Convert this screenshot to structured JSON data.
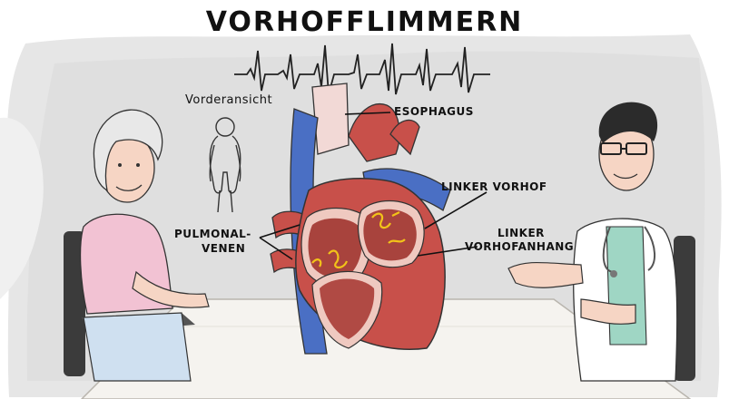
{
  "title": "VORHOFFLIMMERN",
  "labels": {
    "front_view": "Vorderansicht",
    "esophagus": "ESOPHAGUS",
    "left_atrium": "LINKER VORHOF",
    "pulmonary_veins_line1": "PULMONAL-",
    "pulmonary_veins_line2": "VENEN",
    "left_atrial_appendage_line1": "LINKER",
    "left_atrial_appendage_line2": "VORHOFANHANG"
  },
  "colors": {
    "background_wash": "#e4e4e4",
    "heart_red": "#c8504a",
    "chamber_red": "#a8433d",
    "vein_blue": "#4a6fc4",
    "septum_pink": "#efc9c0",
    "spark_yellow": "#f2c319",
    "table": "#f4f2ef",
    "patient_top": "#f2c2d3",
    "doctor_scrubs": "#9fd6c4"
  }
}
